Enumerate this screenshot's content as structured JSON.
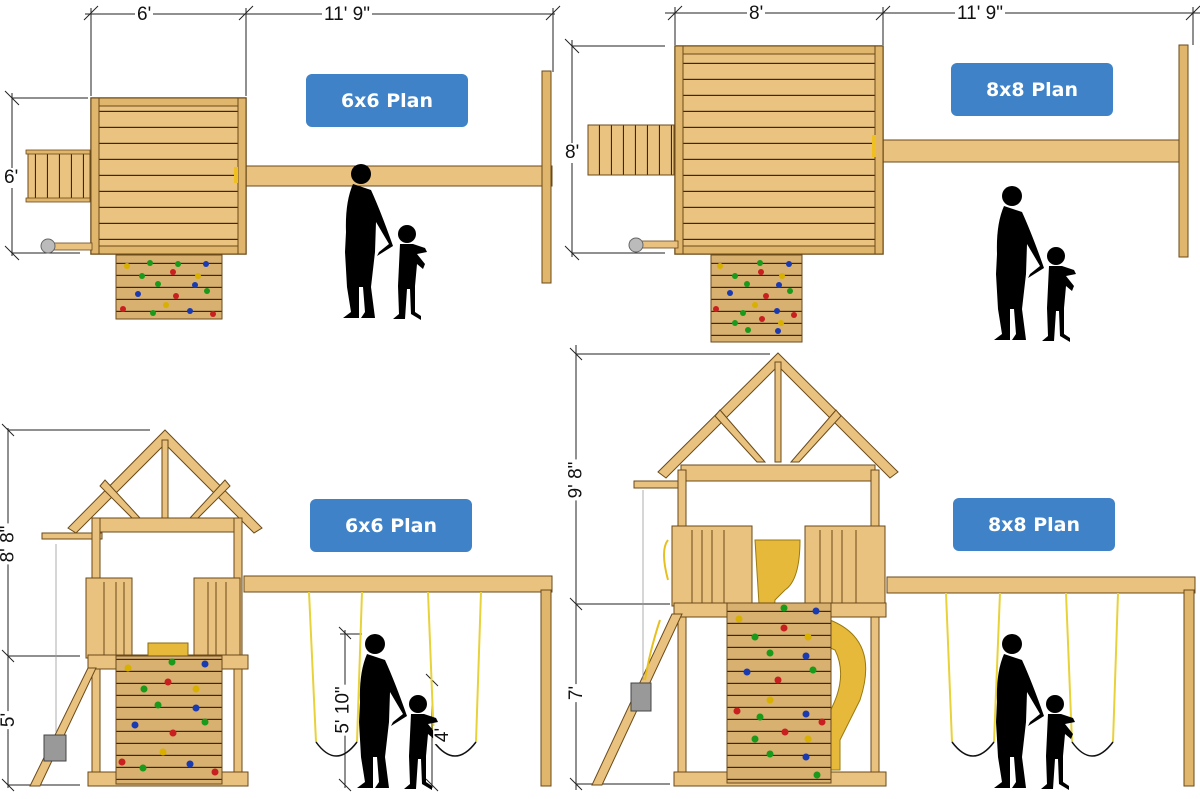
{
  "panels": {
    "top_left": {
      "view": "top",
      "plan_label": "6x6 Plan",
      "dims": {
        "fort_width": "6'",
        "swing_beam": "11' 9\"",
        "fort_depth": "6'"
      }
    },
    "top_right": {
      "view": "top",
      "plan_label": "8x8 Plan",
      "dims": {
        "fort_width": "8'",
        "swing_beam": "11' 9\"",
        "fort_depth": "8'"
      }
    },
    "bottom_left": {
      "view": "side",
      "plan_label": "6x6 Plan",
      "dims": {
        "total_height": "8' 8\"",
        "deck_height": "5'",
        "adult_height": "5' 10\"",
        "child_height": "4'"
      }
    },
    "bottom_right": {
      "view": "side",
      "plan_label": "8x8 Plan",
      "dims": {
        "total_height": "9' 8\"",
        "deck_height": "7'"
      }
    }
  },
  "colors": {
    "wood": "#e8c27e",
    "wood_dark": "#c9994f",
    "badge": "#3f82c7",
    "silhouette": "#000000",
    "slide": "#e7b93a",
    "chain": "#e8d23a"
  }
}
